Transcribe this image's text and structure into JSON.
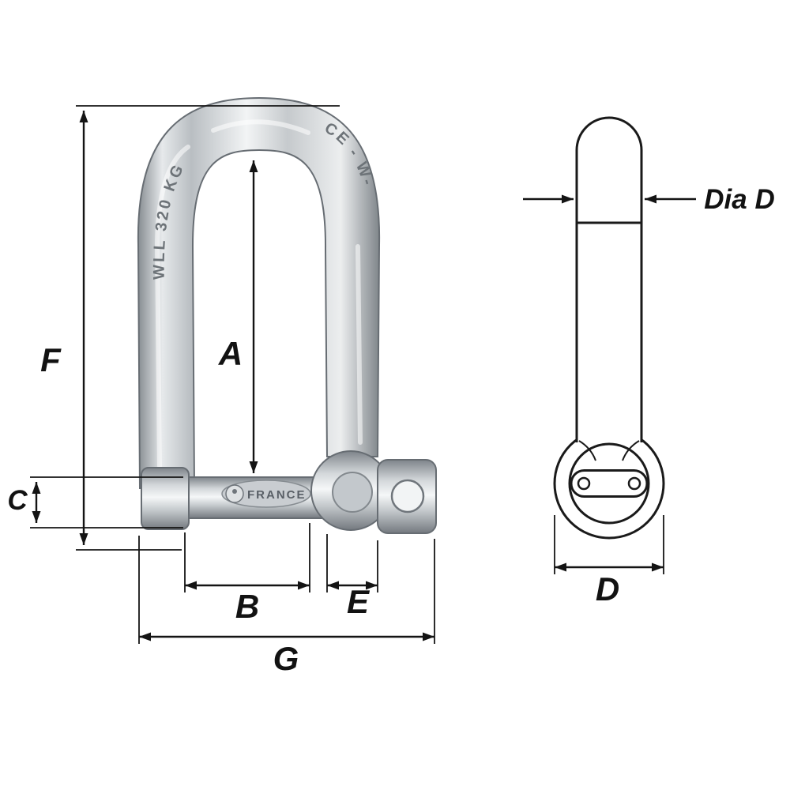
{
  "front_view": {
    "engravings": {
      "wll": "WLL 320 KG",
      "ce_mark": "CE - W-",
      "brand_stamp": "FRANCE"
    },
    "dimension_labels": {
      "F": "F",
      "A": "A",
      "C": "C",
      "B": "B",
      "E": "E",
      "G": "G"
    }
  },
  "side_view": {
    "dimension_labels": {
      "dia": "Dia D",
      "D": "D"
    }
  },
  "colors": {
    "background": "#ffffff",
    "dimension_line": "#141414",
    "metal_light": "#f5f7f8",
    "metal_mid": "#c6cacd",
    "metal_dark": "#7e848a",
    "engraving": "#6d7378"
  }
}
